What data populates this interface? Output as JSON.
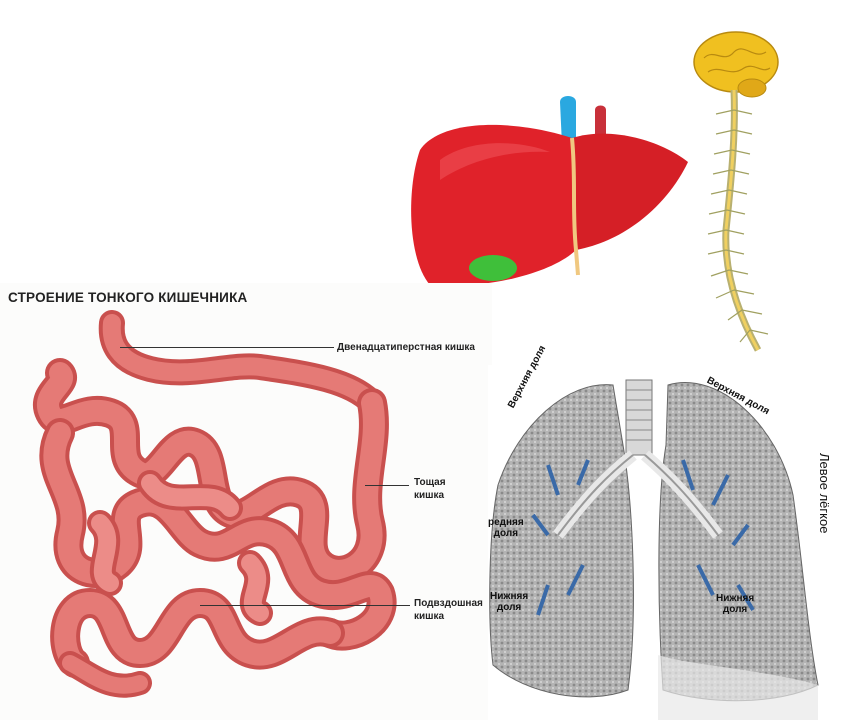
{
  "intestine": {
    "title": "СТРОЕНИЕ ТОНКОГО КИШЕЧНИКА",
    "labels": {
      "duodenum": "Двенадцатиперстная кишка",
      "jejunum_1": "Тощая",
      "jejunum_2": "кишка",
      "ileum_1": "Подвздошная",
      "ileum_2": "кишка"
    }
  },
  "lungs": {
    "upper_lobe_right": "Верхняя доля",
    "upper_lobe_left": "Верхняя доля",
    "middle_lobe_1": "редняя",
    "middle_lobe_2": "доля",
    "lower_lobe_right_1": "Нижняя",
    "lower_lobe_right_2": "доля",
    "lower_lobe_left_1": "Нижняя",
    "lower_lobe_left_2": "доля",
    "left_lung": "Левое лёгкое"
  },
  "colors": {
    "liver": "#e0222a",
    "gallbladder": "#3fbf3a",
    "vein_blue": "#2aa8e0",
    "brain": "#f0c020",
    "intestine": "#e06a68",
    "lung_gray": "#9a9a9a"
  }
}
